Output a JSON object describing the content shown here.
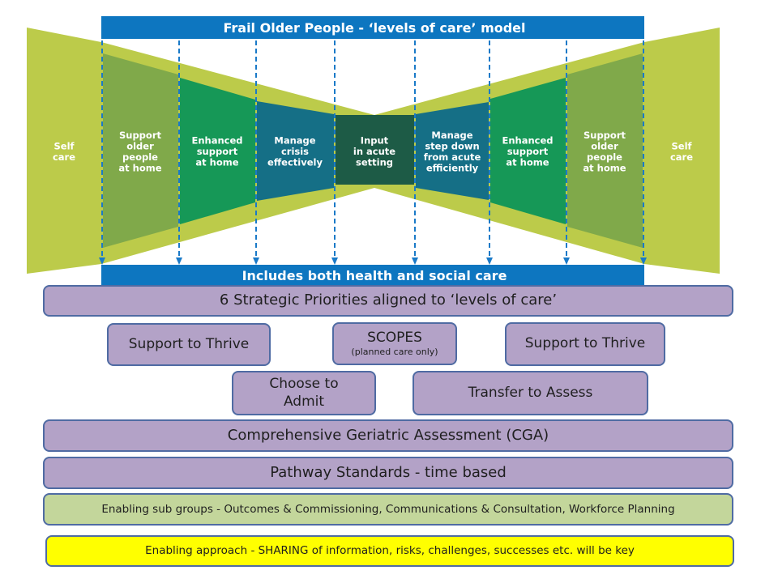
{
  "model": {
    "title": "Frail Older People - ‘levels of care’ model",
    "footer": "Includes both health and social care",
    "left_levels": [
      {
        "label": "Self care",
        "lines": [
          "Self",
          "care"
        ]
      },
      {
        "label": "Support older people at home",
        "lines": [
          "Support",
          "older",
          "people",
          "at home"
        ]
      },
      {
        "label": "Enhanced support at home",
        "lines": [
          "Enhanced",
          "support",
          "at home"
        ]
      },
      {
        "label": "Manage crisis effectively",
        "lines": [
          "Manage",
          "crisis",
          "effectively"
        ]
      }
    ],
    "center_level": {
      "label": "Input in acute setting",
      "lines": [
        "Input",
        "in acute",
        "setting"
      ]
    },
    "right_levels": [
      {
        "label": "Manage step down from acute efficiently",
        "lines": [
          "Manage",
          "step down",
          "from acute",
          "efficiently"
        ]
      },
      {
        "label": "Enhanced support at home",
        "lines": [
          "Enhanced",
          "support",
          "at home"
        ]
      },
      {
        "label": "Support older people at home",
        "lines": [
          "Support",
          "older",
          "people",
          "at home"
        ]
      },
      {
        "label": "Self care",
        "lines": [
          "Self",
          "care"
        ]
      }
    ],
    "colors": {
      "banner": "#0d76c0",
      "self_care": "#bccb4a",
      "support_home": "#80a94a",
      "enhanced": "#169857",
      "crisis": "#156f86",
      "acute": "#1d5b46",
      "arrows": "#1a7ac8"
    }
  },
  "priorities": {
    "strategic": "6 Strategic Priorities aligned to ‘levels of care’",
    "support_thrive_left": "Support to Thrive",
    "scopes_title": "SCOPES",
    "scopes_note": "(planned care only)",
    "support_thrive_right": "Support to Thrive",
    "choose_to_admit": "Choose to Admit",
    "transfer_to_assess": "Transfer to Assess",
    "cga": "Comprehensive Geriatric Assessment  (CGA)",
    "pathway": "Pathway Standards - time based",
    "enabling_groups": "Enabling sub groups -  Outcomes & Commissioning, Communications & Consultation,  Workforce Planning",
    "enabling_approach": "Enabling approach -  SHARING of information, risks, challenges, successes etc. will be key"
  }
}
